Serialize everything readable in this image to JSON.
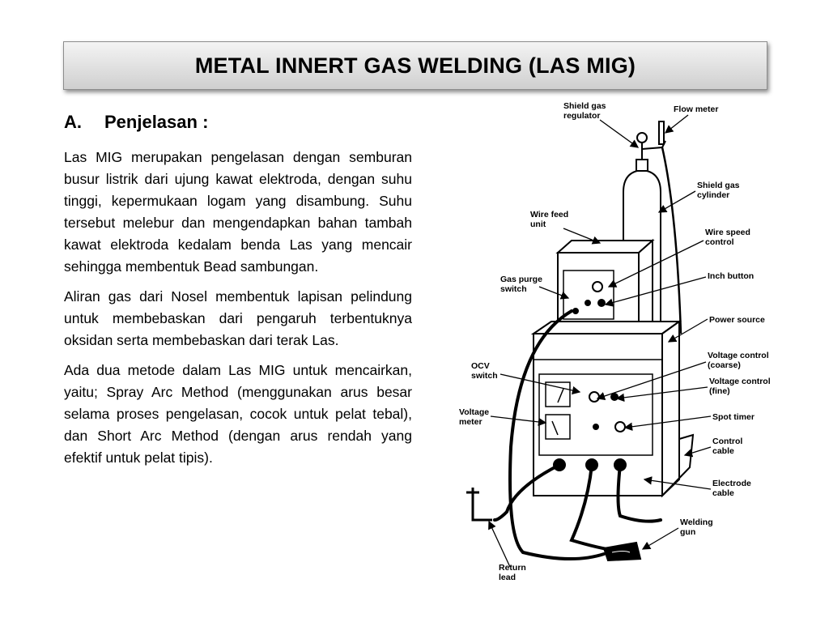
{
  "slide": {
    "title": "METAL INNERT GAS WELDING (LAS MIG)",
    "section": {
      "number": "A.",
      "heading": "Penjelasan :"
    },
    "paragraphs": [
      "Las MIG merupakan pengelasan dengan semburan busur listrik dari ujung kawat elektroda, dengan suhu tinggi, kepermukaan logam yang disambung. Suhu tersebut melebur dan mengendapkan bahan tambah kawat elektroda kedalam benda Las yang mencair sehingga membentuk Bead sambungan.",
      "Aliran gas dari Nosel membentuk lapisan pelindung untuk membebaskan dari pengaruh terbentuknya oksidan serta membebaskan dari terak Las.",
      "Ada dua metode dalam Las MIG untuk mencairkan, yaitu; Spray Arc Method (menggunakan arus besar selama proses pengelasan, cocok untuk pelat tebal), dan Short Arc Method (dengan arus rendah yang efektif untuk pelat tipis)."
    ]
  },
  "diagram": {
    "labels": {
      "shield_gas_regulator": [
        "Shield gas",
        "regulator"
      ],
      "flow_meter": [
        "Flow meter"
      ],
      "shield_gas_cylinder": [
        "Shield gas",
        "cylinder"
      ],
      "wire_feed_unit": [
        "Wire feed",
        "unit"
      ],
      "wire_speed_control": [
        "Wire speed",
        "control"
      ],
      "gas_purge_switch": [
        "Gas purge",
        "switch"
      ],
      "inch_button": [
        "Inch button"
      ],
      "power_source": [
        "Power source"
      ],
      "voltage_control_coarse": [
        "Voltage control",
        "(coarse)"
      ],
      "ocv_switch": [
        "OCV",
        "switch"
      ],
      "voltage_control_fine": [
        "Voltage control",
        "(fine)"
      ],
      "voltage_meter": [
        "Voltage",
        "meter"
      ],
      "spot_timer": [
        "Spot timer"
      ],
      "control_cable": [
        "Control",
        "cable"
      ],
      "electrode_cable": [
        "Electrode",
        "cable"
      ],
      "welding_gun": [
        "Welding",
        "gun"
      ],
      "return_lead": [
        "Return",
        "lead"
      ]
    }
  }
}
